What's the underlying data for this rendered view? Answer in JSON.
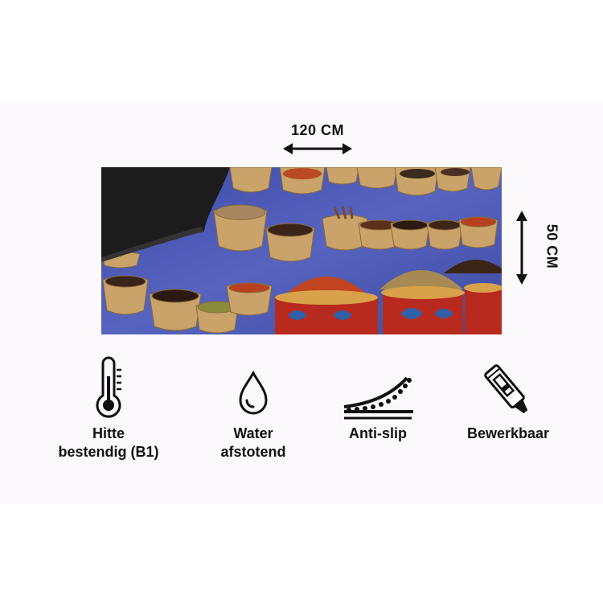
{
  "dimensions": {
    "width": "120 CM",
    "height": "50 CM"
  },
  "features": [
    {
      "label": "Hitte\nbestendig (B1)",
      "icon": "thermometer-icon"
    },
    {
      "label": "Water\nafstotend",
      "icon": "water-drop-icon"
    },
    {
      "label": "Anti-slip",
      "icon": "anti-slip-icon"
    },
    {
      "label": "Bewerkbaar",
      "icon": "utility-knife-icon"
    }
  ],
  "colors": {
    "wall": "#4a56b3",
    "mat_back": "#1c1c1c",
    "accent_red": "#b3321f"
  }
}
